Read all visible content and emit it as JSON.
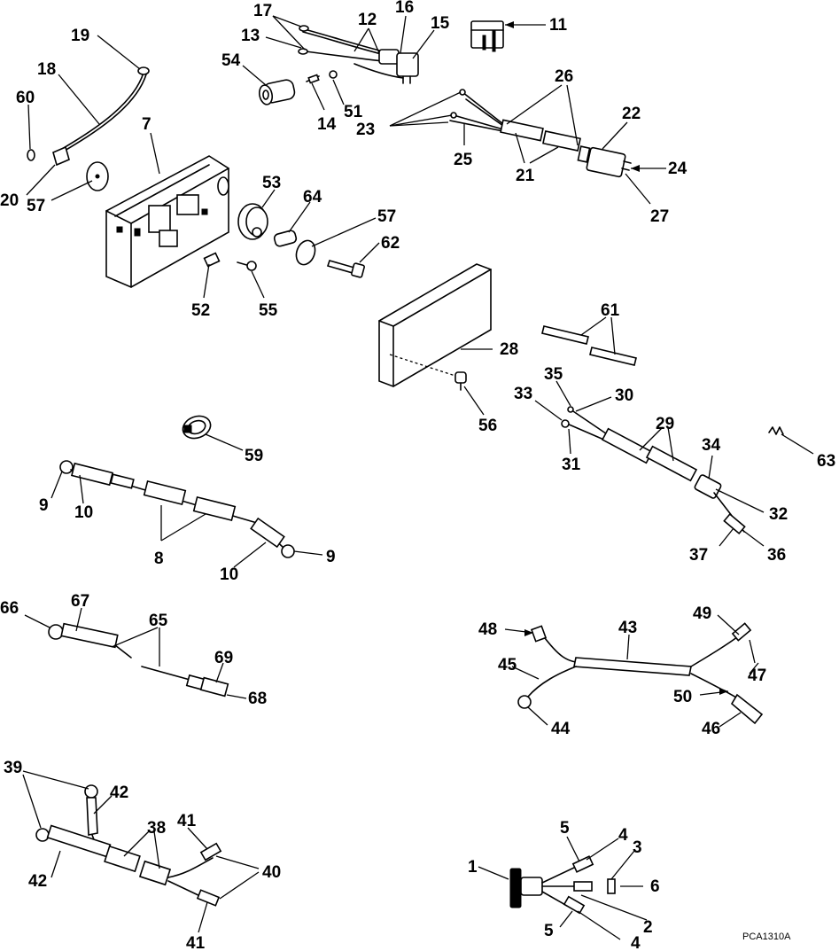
{
  "figure_code": "PCA1310A",
  "callouts": {
    "c1": "1",
    "c2": "2",
    "c3": "3",
    "c4a": "4",
    "c4b": "4",
    "c5a": "5",
    "c5b": "5",
    "c6": "6",
    "c7": "7",
    "c8": "8",
    "c9a": "9",
    "c9b": "9",
    "c10a": "10",
    "c10b": "10",
    "c11": "11",
    "c12": "12",
    "c13": "13",
    "c14": "14",
    "c15": "15",
    "c16": "16",
    "c17": "17",
    "c18": "18",
    "c19": "19",
    "c20": "20",
    "c21": "21",
    "c22": "22",
    "c23": "23",
    "c24": "24",
    "c25": "25",
    "c26": "26",
    "c27": "27",
    "c28": "28",
    "c29": "29",
    "c30": "30",
    "c31": "31",
    "c32": "32",
    "c33": "33",
    "c34": "34",
    "c35": "35",
    "c36": "36",
    "c37": "37",
    "c38": "38",
    "c39": "39",
    "c40": "40",
    "c41a": "41",
    "c41b": "41",
    "c42a": "42",
    "c42b": "42",
    "c43": "43",
    "c44": "44",
    "c45": "45",
    "c46": "46",
    "c47": "47",
    "c48": "48",
    "c49": "49",
    "c50": "50",
    "c51": "51",
    "c52": "52",
    "c53": "53",
    "c54": "54",
    "c55": "55",
    "c56": "56",
    "c57a": "57",
    "c57b": "57",
    "c59": "59",
    "c60": "60",
    "c61": "61",
    "c62": "62",
    "c63": "63",
    "c64": "64",
    "c65": "65",
    "c66": "66",
    "c67": "67",
    "c68": "68",
    "c69": "69"
  }
}
